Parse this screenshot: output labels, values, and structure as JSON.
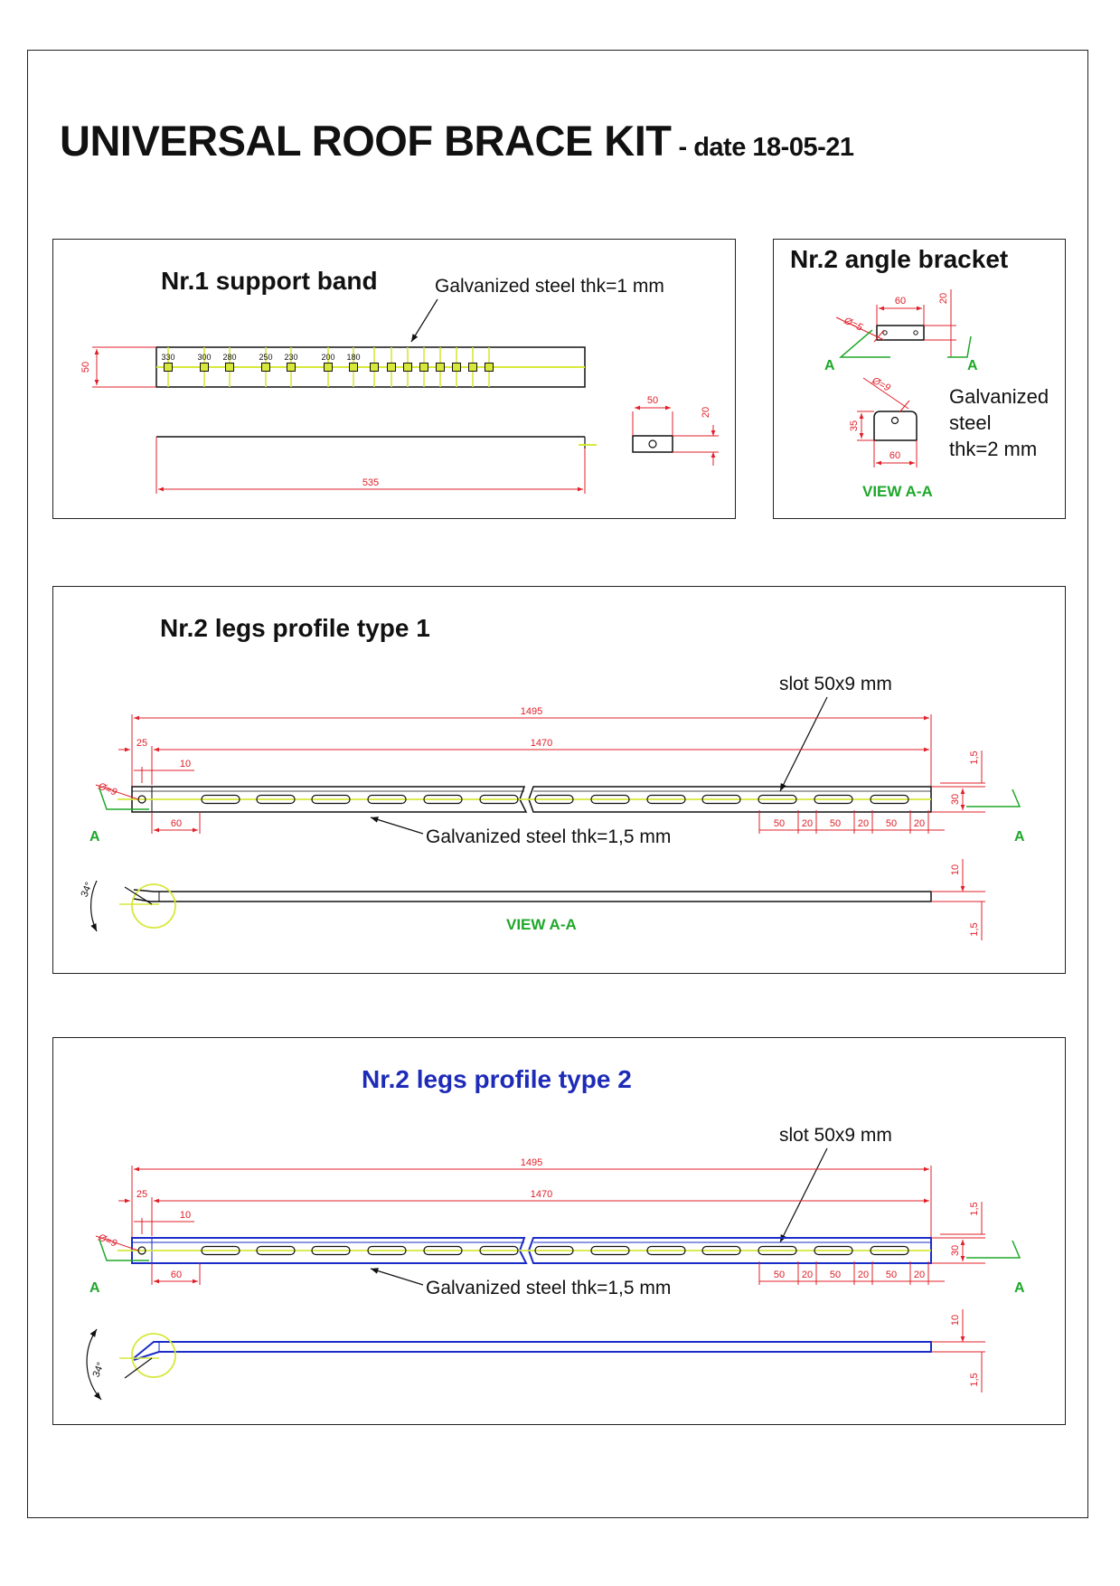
{
  "title": {
    "main": "UNIVERSAL ROOF BRACE KIT",
    "date": "- date 18-05-21"
  },
  "support_band": {
    "heading": "Nr.1 support band",
    "material": "Galvanized steel thk=1 mm",
    "height_dim": "50",
    "length_dim": "535",
    "section_width_dim": "50",
    "section_height_dim": "20",
    "hole_labels": [
      "330",
      "300",
      "280",
      "250",
      "230",
      "200",
      "180"
    ]
  },
  "angle_bracket": {
    "heading": "Nr.2 angle bracket",
    "top_width_dim": "60",
    "top_height_dim": "20",
    "hole_dim": "Ø=5",
    "section_mark_left": "A",
    "section_mark_right": "A",
    "side_hole_dim": "Ø=9",
    "side_height_dim": "35",
    "side_width_dim": "60",
    "material_line1": "Galvanized",
    "material_line2": "steel",
    "material_line3": "thk=2 mm",
    "view_label": "VIEW  A-A"
  },
  "legs_type1": {
    "heading": "Nr.2  legs profile type 1",
    "slot_note": "slot 50x9 mm",
    "overall_dim": "1495",
    "inner_dim": "1470",
    "end_dim": "25",
    "offset_dim": "10",
    "hole_dim": "Ø=9",
    "first_slot_dim": "60",
    "slot_dims": [
      "50",
      "20",
      "50",
      "20",
      "50",
      "20"
    ],
    "height_dim": "30",
    "flange_dim_top": "1,5",
    "material": "Galvanized steel thk=1,5 mm",
    "section_mark": "A",
    "angle_dim": "34°",
    "side_height_dim": "10",
    "side_thk_dim": "1,5",
    "view_label": "VIEW  A-A"
  },
  "legs_type2": {
    "heading": "Nr.2  legs profile type 2",
    "slot_note": "slot 50x9 mm",
    "overall_dim": "1495",
    "inner_dim": "1470",
    "end_dim": "25",
    "offset_dim": "10",
    "hole_dim": "Ø=9",
    "first_slot_dim": "60",
    "slot_dims": [
      "50",
      "20",
      "50",
      "20",
      "50",
      "20"
    ],
    "height_dim": "30",
    "flange_dim_top": "1,5",
    "material": "Galvanized steel thk=1,5 mm",
    "section_mark": "A",
    "angle_dim": "34°",
    "side_height_dim": "10",
    "side_thk_dim": "1,5"
  },
  "colors": {
    "dimension": "#e0202a",
    "section_mark": "#1fa82a",
    "centerline": "#d7e83a",
    "type2_outline": "#1a2cc8",
    "type2_heading": "#1d2bb8",
    "outline": "#111111"
  }
}
